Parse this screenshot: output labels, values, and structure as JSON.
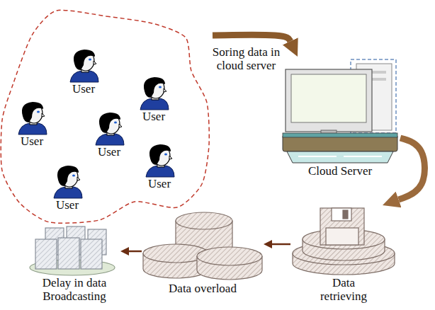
{
  "diagram": {
    "nodes": [
      {
        "text": []
      },
      {
        "text": [
          "User"
        ],
        "in": 0
      },
      {
        "text": [
          "User"
        ],
        "in": 0
      },
      {
        "text": [
          "User"
        ],
        "in": 0
      },
      {
        "text": [
          "User"
        ],
        "in": 0
      },
      {
        "text": [
          "User"
        ],
        "in": 0
      },
      {
        "text": [
          "User"
        ],
        "in": 0
      },
      {
        "text": [
          "Cloud Server"
        ]
      },
      {
        "text": [
          "Data retrieving"
        ]
      },
      {
        "text": [
          "Data overload"
        ]
      },
      {
        "text": [
          "Delay in data Broadcasting"
        ]
      }
    ],
    "edges": [
      {
        "from": 0,
        "to": 7,
        "label": "Soring data in cloud server",
        "arrow": "to"
      },
      {
        "from": 7,
        "to": 8,
        "arrow": "to"
      },
      {
        "from": 8,
        "to": 9,
        "arrow": "to"
      },
      {
        "from": 9,
        "to": 10,
        "arrow": "to"
      }
    ]
  }
}
